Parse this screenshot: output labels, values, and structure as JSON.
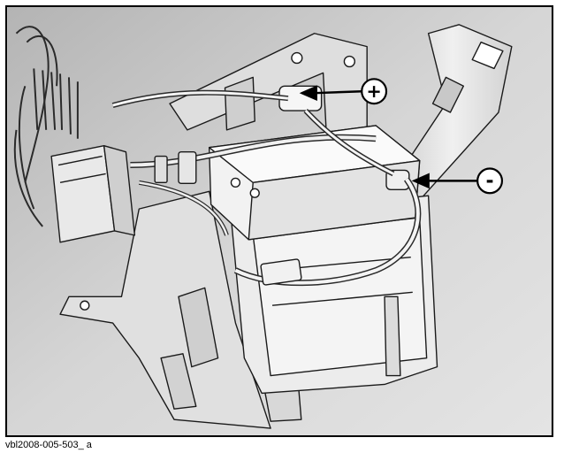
{
  "figure": {
    "caption": "vbl2008-005-503_ a",
    "callouts": [
      {
        "id": "positive",
        "symbol": "+"
      },
      {
        "id": "negative",
        "symbol": "-"
      }
    ],
    "colors": {
      "background": "#c9c9c9",
      "part_fill": "#e6e6e6",
      "outline": "#1a1a1a",
      "callout_fill": "#ffffff"
    }
  }
}
